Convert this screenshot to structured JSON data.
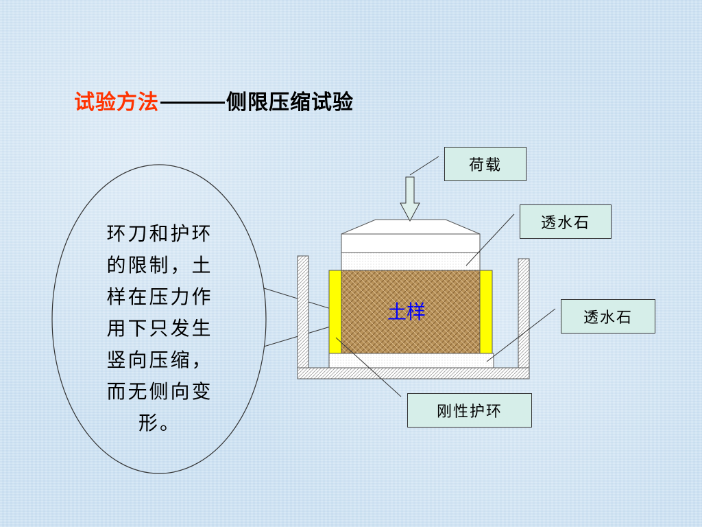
{
  "title": {
    "prefix": "试验方法",
    "suffix": "侧限压缩试验"
  },
  "labels": {
    "load": "荷载",
    "stone_top": "透水石",
    "stone_bottom": "透水石",
    "ring": "刚性护环",
    "soil": "土样"
  },
  "callout_lines": [
    "环刀和护环",
    "的限制，土",
    "样在压力作",
    "用下只发生",
    "竖向压缩，",
    "而无侧向变",
    "形。"
  ],
  "colors": {
    "title_accent": "#ff3300",
    "soil_label": "#0000ff",
    "ring_fill": "#ffff00",
    "label_box_fill": "#d6eee9",
    "soil_fill": "#b8925a"
  },
  "icons": [
    "down-arrow-icon"
  ]
}
